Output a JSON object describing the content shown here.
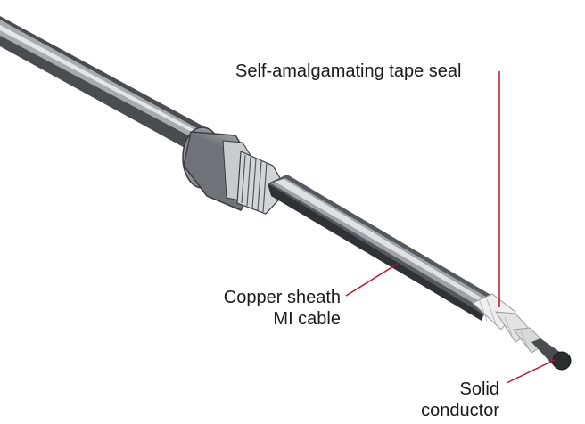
{
  "labels": {
    "tape_seal": "Self-amalgamating tape seal",
    "sheath_line1": "Copper sheath",
    "sheath_line2": "MI cable",
    "conductor_line1": "Solid",
    "conductor_line2": "conductor"
  },
  "colors": {
    "leader_line": "#c0102a",
    "cable_dark": "#3a3c40",
    "cable_mid": "#8d9096",
    "cable_light": "#d7d9dc",
    "gland": "#b9bcc0",
    "tape": "#ededed",
    "conductor": "#2c2d30"
  }
}
